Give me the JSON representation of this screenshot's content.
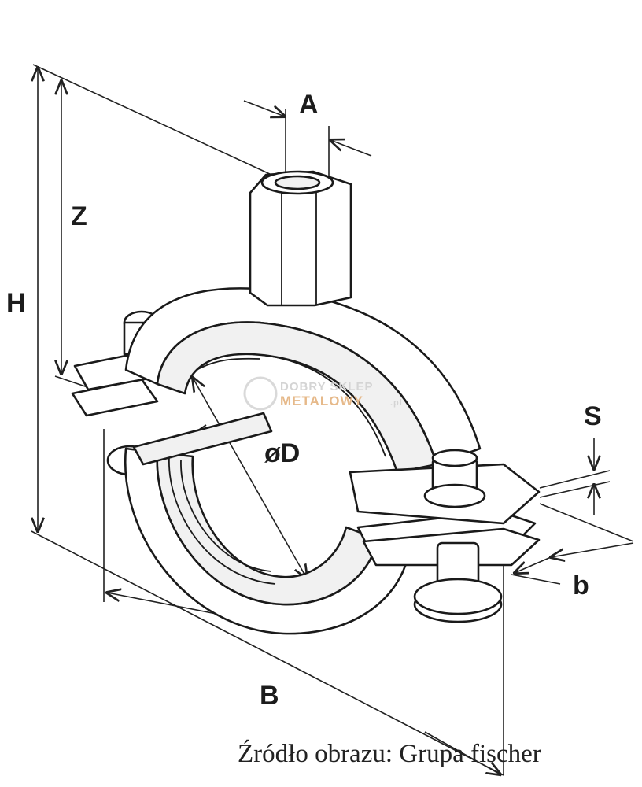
{
  "labels": {
    "A": "A",
    "Z": "Z",
    "H": "H",
    "D": "øD",
    "S": "S",
    "b": "b",
    "B": "B"
  },
  "source": "Źródło obrazu: Grupa fischer",
  "watermark": {
    "line1": "DOBRY SKLEP",
    "line2": "METALOWY",
    "suffix": ".pl"
  }
}
